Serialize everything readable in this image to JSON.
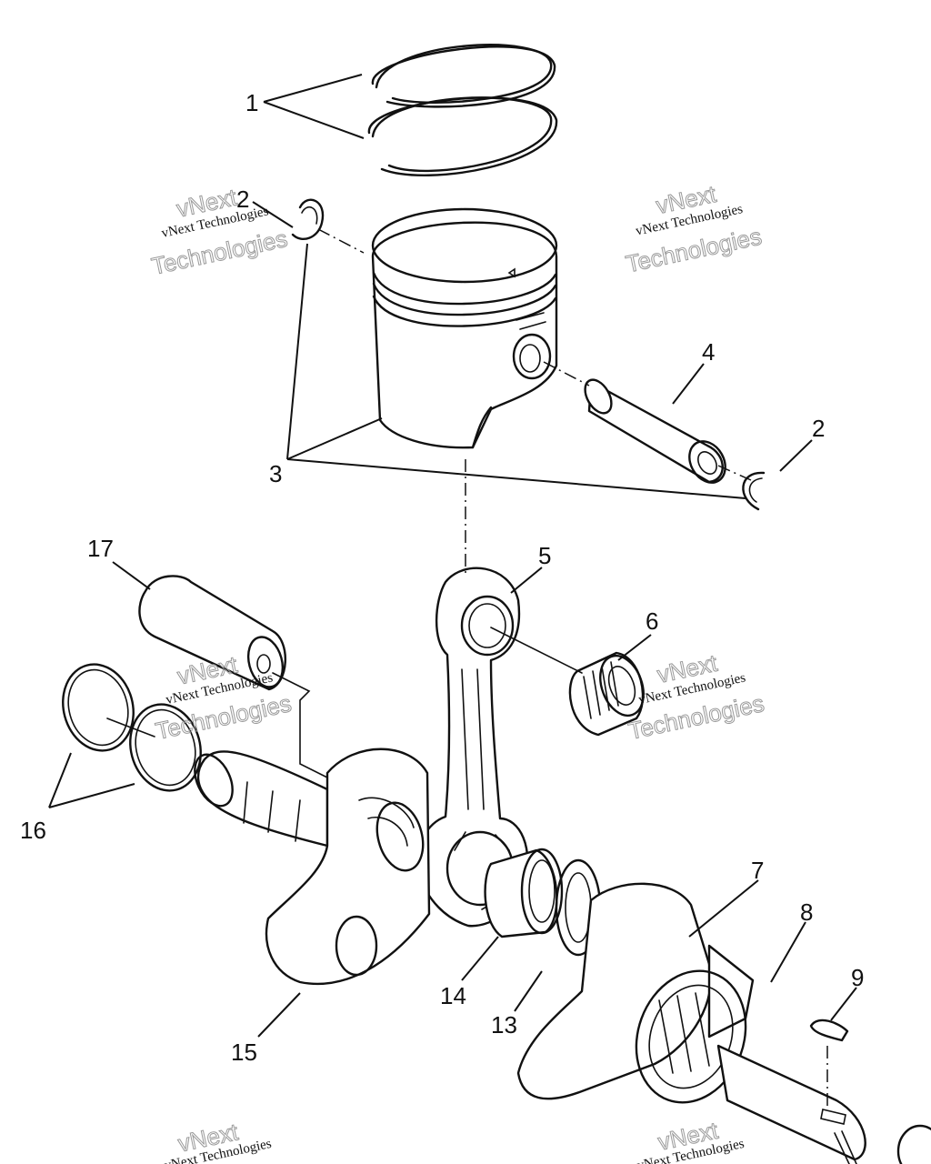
{
  "callouts": [
    {
      "id": "c1",
      "label": "1"
    },
    {
      "id": "c2a",
      "label": "2"
    },
    {
      "id": "c2b",
      "label": "2"
    },
    {
      "id": "c3",
      "label": "3"
    },
    {
      "id": "c4",
      "label": "4"
    },
    {
      "id": "c5",
      "label": "5"
    },
    {
      "id": "c6",
      "label": "6"
    },
    {
      "id": "c7",
      "label": "7"
    },
    {
      "id": "c8",
      "label": "8"
    },
    {
      "id": "c9",
      "label": "9"
    },
    {
      "id": "c13",
      "label": "13"
    },
    {
      "id": "c14",
      "label": "14"
    },
    {
      "id": "c15",
      "label": "15"
    },
    {
      "id": "c16",
      "label": "16"
    },
    {
      "id": "c17",
      "label": "17"
    }
  ],
  "watermark": {
    "line1": "vNext Technologies",
    "brand": "vNext",
    "word": "Technologies"
  }
}
